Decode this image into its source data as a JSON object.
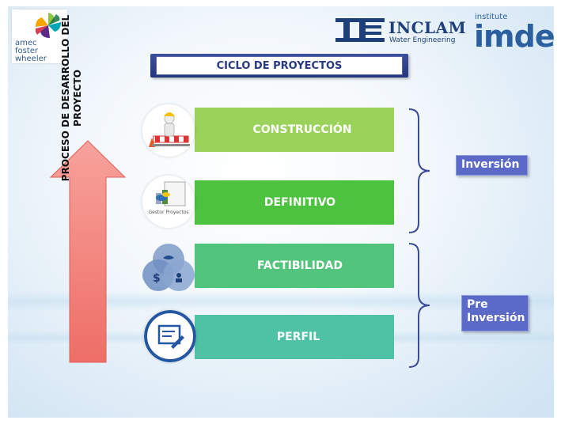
{
  "logos": {
    "amec": [
      "amec",
      "foster",
      "wheeler"
    ],
    "inclam": {
      "name": "INCLAM",
      "subtitle": "Water Engineering"
    },
    "imdea": {
      "prefix": "institute",
      "name": "imdea"
    }
  },
  "title": "CICLO DE PROYECTOS",
  "arrow": {
    "lines": [
      "PROCESO DE DESARROLLO DEL",
      "PROYECTO"
    ]
  },
  "stages": [
    {
      "label": "CONSTRUCCIÓN",
      "icon": "construction-worker-icon",
      "color": "#9ad25a"
    },
    {
      "label": "DEFINITIVO",
      "icon": "project-management-icon",
      "icon_caption": "Gestor Proyectos",
      "color": "#4cc23f"
    },
    {
      "label": "FACTIBILIDAD",
      "icon": "venn-diagram-icon",
      "color": "#53c47c"
    },
    {
      "label": "PERFIL",
      "icon": "document-pen-icon",
      "color": "#4fc2a6"
    }
  ],
  "phases": [
    {
      "label": "Inversión"
    },
    {
      "lines": [
        "Pre",
        "Inversión"
      ]
    }
  ],
  "colors": {
    "title_bar": "#23357a",
    "arrow": "#f07b74",
    "phase_box": "#5b69c7",
    "brace": "#3b4a9a"
  }
}
